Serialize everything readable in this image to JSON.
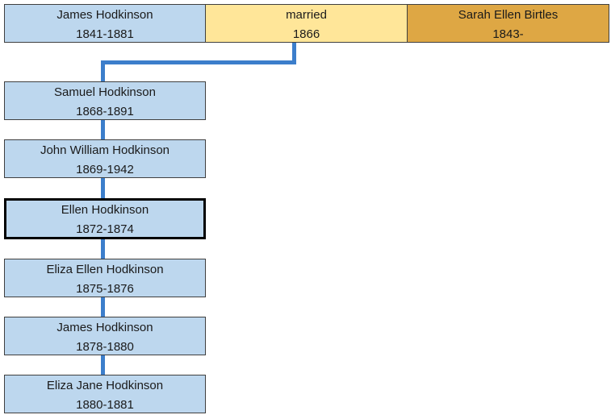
{
  "family": {
    "father": {
      "name": "James Hodkinson",
      "dates": "1841-1881"
    },
    "marriage": {
      "label": "married",
      "year": "1866"
    },
    "mother": {
      "name": "Sarah Ellen Birtles",
      "dates": "1843-"
    }
  },
  "children": [
    {
      "name": "Samuel Hodkinson",
      "dates": "1868-1891"
    },
    {
      "name": "John William Hodkinson",
      "dates": "1869-1942"
    },
    {
      "name": "Ellen Hodkinson",
      "dates": "1872-1874"
    },
    {
      "name": "Eliza Ellen Hodkinson",
      "dates": "1875-1876"
    },
    {
      "name": "James Hodkinson",
      "dates": "1878-1880"
    },
    {
      "name": "Eliza Jane Hodkinson",
      "dates": "1880-1881"
    }
  ],
  "colors": {
    "person_fill": "#bdd7ee",
    "marriage_fill": "#ffe699",
    "spouse_fill": "#dea744",
    "connector": "#3c7ecb",
    "selected_border": "#000000"
  }
}
